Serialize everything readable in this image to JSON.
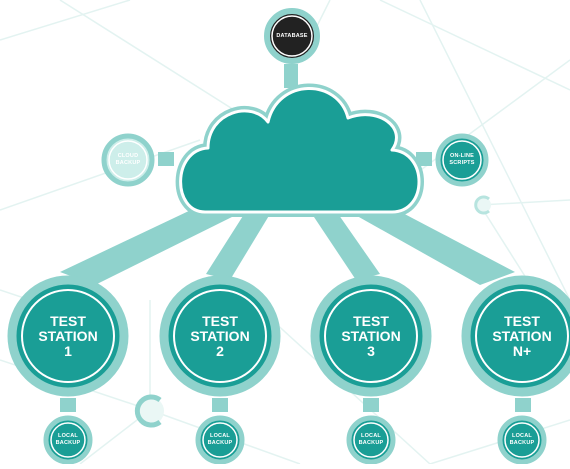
{
  "diagram": {
    "database": "DATABASE",
    "cloud_backup": "CLOUD\nBACKUP",
    "online_scripts": "ON-LINE\nSCRIPTS",
    "stations": [
      {
        "label": "TEST\nSTATION\n1",
        "backup": "LOCAL\nBACKUP"
      },
      {
        "label": "TEST\nSTATION\n2",
        "backup": "LOCAL\nBACKUP"
      },
      {
        "label": "TEST\nSTATION\n3",
        "backup": "LOCAL\nBACKUP"
      },
      {
        "label": "TEST\nSTATION\nN+",
        "backup": "LOCAL\nBACKUP"
      }
    ]
  },
  "colors": {
    "teal": "#1a9e96",
    "teal_light": "#8fd2cc",
    "teal_pale": "#cdeeea",
    "dark": "#222222"
  }
}
